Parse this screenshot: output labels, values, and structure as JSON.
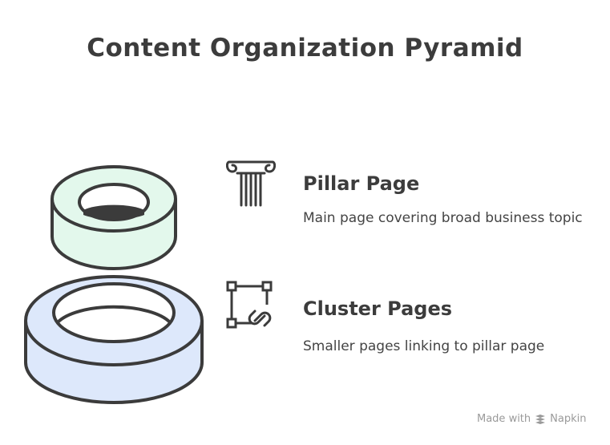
{
  "title": "Content Organization Pyramid",
  "items": [
    {
      "title": "Pillar Page",
      "description": "Main page covering broad business topic",
      "icon": "pillar-column-icon",
      "color": "#e3f8ec"
    },
    {
      "title": "Cluster Pages",
      "description": "Smaller pages linking to pillar page",
      "icon": "linked-nodes-icon",
      "color": "#dde8fb"
    }
  ],
  "footer": {
    "made_with": "Made with",
    "brand": "Napkin",
    "icon": "napkin-logo-icon"
  }
}
